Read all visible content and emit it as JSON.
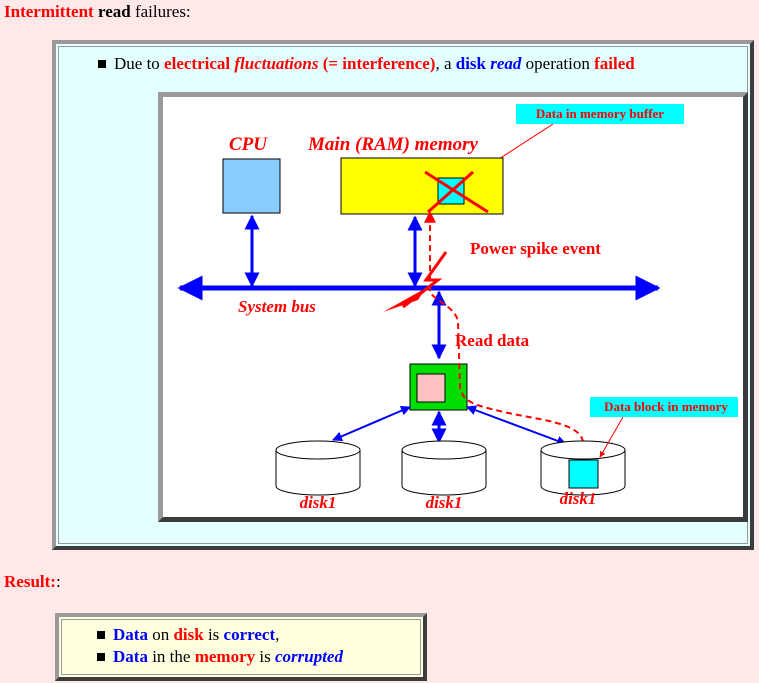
{
  "heading": {
    "w1": "Intermittent",
    "w2": "read",
    "w3": "failures:"
  },
  "bullet1": {
    "p1": "Due to",
    "p2": "electrical",
    "p3": "fluctuations",
    "p4": "(= interference)",
    "p5": ", a",
    "p6": "disk",
    "p7": "read",
    "p8": "operation",
    "p9": "failed"
  },
  "diagram": {
    "callout_buffer": "Data in memory buffer",
    "cpu": "CPU",
    "main_memory": "Main (RAM) memory",
    "power_spike": "Power spike event",
    "system_bus": "System bus",
    "read_data": "Read data",
    "callout_block": "Data block in memory",
    "disk_label_1": "disk1",
    "disk_label_2": "disk1",
    "disk_label_3": "disk1"
  },
  "result": {
    "w1": "Result:",
    "w2": ":"
  },
  "summary": {
    "row1": {
      "w1": "Data",
      "w2": "on",
      "w3": "disk",
      "w4": "is",
      "w5": "correct",
      "w6": ","
    },
    "row2": {
      "w1": "Data",
      "w2": "in the",
      "w3": "memory",
      "w4": "is",
      "w5": "corrupted"
    }
  },
  "colors": {
    "background": "#ffe8e8",
    "panel": "#e4ffff",
    "cpu_box": "#88ccff",
    "memory_box": "#ffff00",
    "controller": "#00dd00",
    "cyan_block": "#00ffff",
    "bus": "#0000ff",
    "alert": "#ff0000"
  }
}
